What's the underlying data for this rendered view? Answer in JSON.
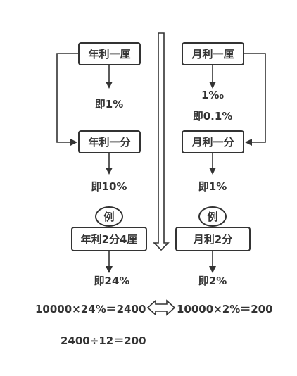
{
  "left": {
    "box1": "年利一厘",
    "text1": "即1%",
    "box2": "年利一分",
    "text2": "即10%",
    "example": "例",
    "box3": "年利2分4厘",
    "text3": "即24%"
  },
  "right": {
    "box1": "月利一厘",
    "text1a": "1‰",
    "text1b": "即0.1%",
    "box2": "月利一分",
    "text2": "即1%",
    "example": "例",
    "box3": "月利2分",
    "text3": "即2%"
  },
  "bottom": {
    "left_formula": "10000×24%＝2400",
    "right_formula": "10000×2%＝200",
    "division": "2400÷12＝200"
  },
  "colors": {
    "stroke": "#333333",
    "text": "#333333"
  }
}
